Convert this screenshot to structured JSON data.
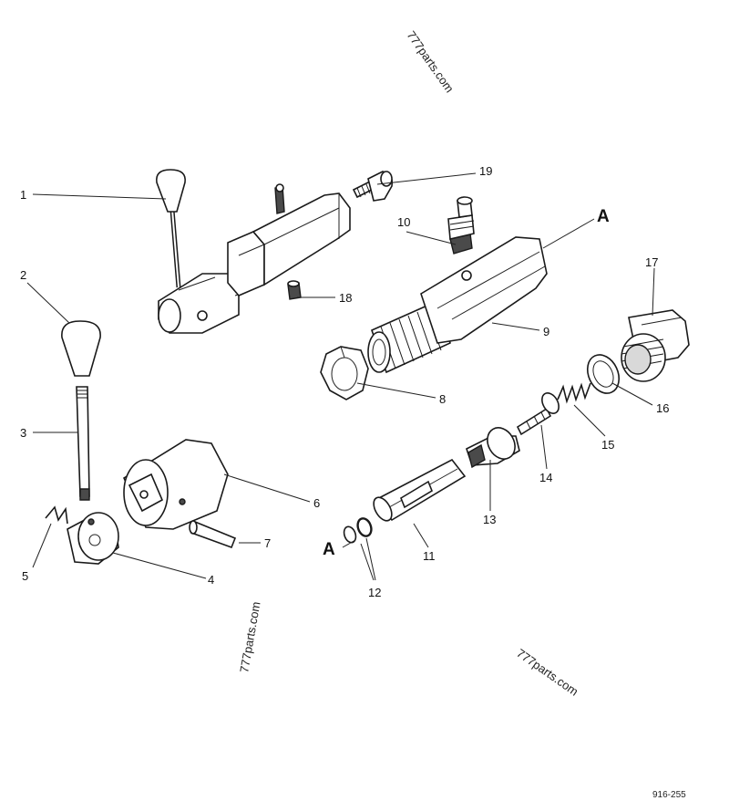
{
  "diagram": {
    "figure_number": "916-255",
    "watermarks": [
      "777parts.com",
      "777parts.com",
      "777parts.com"
    ],
    "callouts": {
      "c1": "1",
      "c2": "2",
      "c3": "3",
      "c4": "4",
      "c5": "5",
      "c6": "6",
      "c7": "7",
      "c8": "8",
      "c9": "9",
      "c10": "10",
      "c11": "11",
      "c12": "12",
      "c13": "13",
      "c14": "14",
      "c15": "15",
      "c16": "16",
      "c17": "17",
      "c18": "18",
      "c19": "19"
    },
    "section_marks": {
      "top": "A",
      "bottom": "A"
    }
  }
}
